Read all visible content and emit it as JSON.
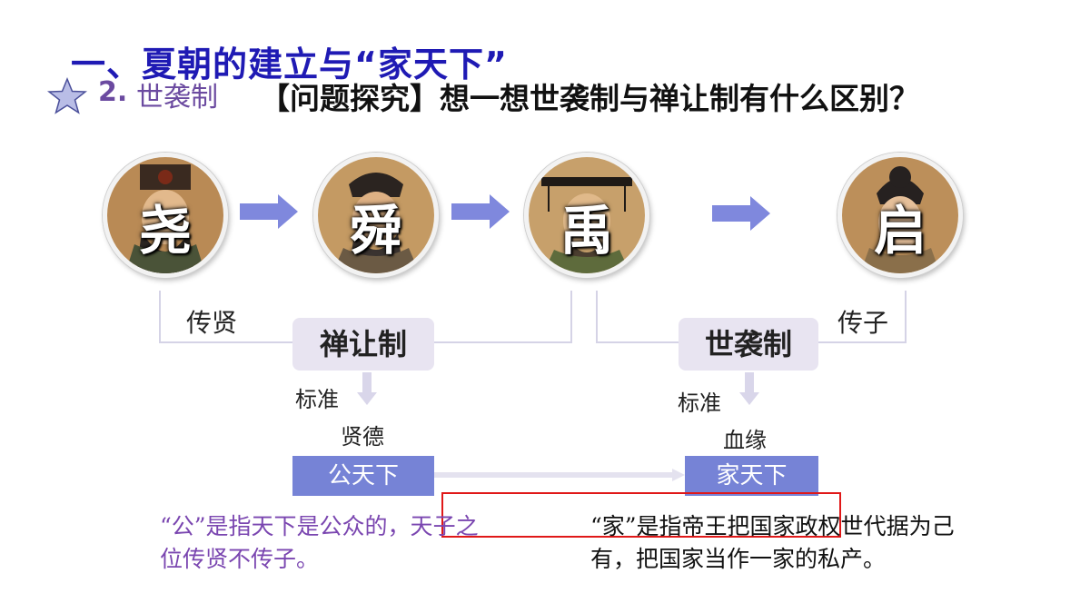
{
  "title": "一、夏朝的建立与“家天下”",
  "subtitle": {
    "number": "2.",
    "text": "世袭制"
  },
  "question": "【问题探究】想一想世袭制与禅让制有什么区别？",
  "rulers": [
    {
      "name": "尧"
    },
    {
      "name": "舜"
    },
    {
      "name": "禹"
    },
    {
      "name": "启"
    }
  ],
  "labels": {
    "pass_to_virtuous": "传贤",
    "pass_to_son": "传子"
  },
  "systems": {
    "abdication": {
      "name": "禅让制",
      "standard_label": "标准",
      "standard": "贤德",
      "result": "公天下",
      "explanation": "“公”是指天下是公众的，天子之位传贤不传子。"
    },
    "hereditary": {
      "name": "世袭制",
      "standard_label": "标准",
      "standard": "血缘",
      "result": "家天下",
      "explanation": "“家”是指帝王把国家政权世代据为己有，把国家当作一家的私产。"
    }
  },
  "colors": {
    "title": "#1f1ab4",
    "subtitle": "#6b4aa0",
    "arrow": "#7f88dd",
    "box": "#e8e4f1",
    "blue_block": "#7683d6",
    "highlight": "#e01818",
    "left_text": "#7a46b0"
  },
  "icons": {
    "star": "star-icon",
    "arrow": "right-arrow-icon",
    "down": "down-arrow-icon"
  }
}
